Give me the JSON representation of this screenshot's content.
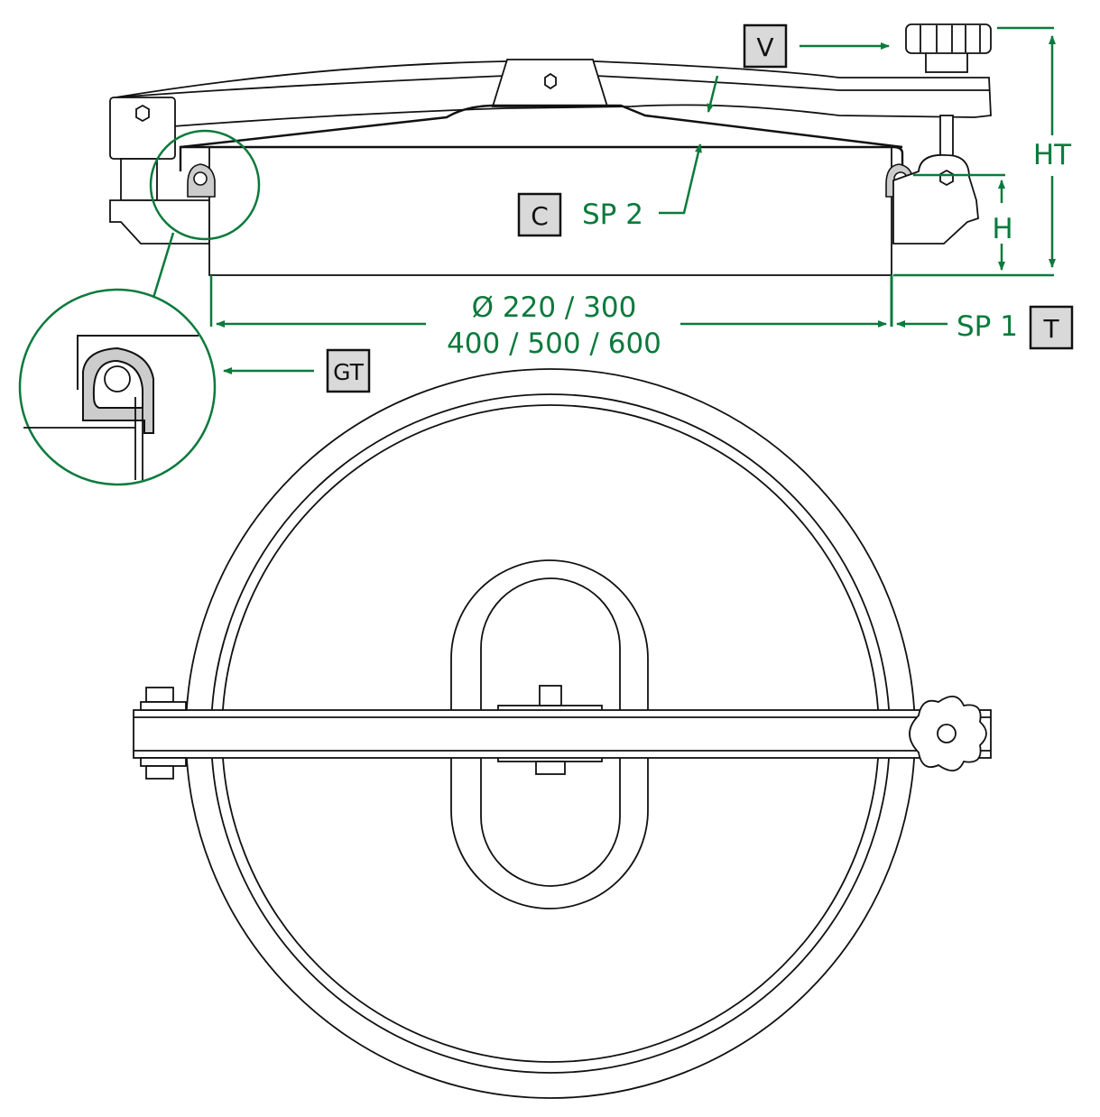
{
  "labels": {
    "v": "V",
    "c": "C",
    "t": "T",
    "gt": "GT",
    "sp2": "SP 2",
    "sp1": "SP 1",
    "ht": "HT",
    "h": "H",
    "diameter_line1": "Ø 220 / 300",
    "diameter_line2": "400 / 500 / 600"
  },
  "colors": {
    "dimension": "#0b7a3c",
    "label_box": "#d9d9d9",
    "line": "#111111"
  }
}
